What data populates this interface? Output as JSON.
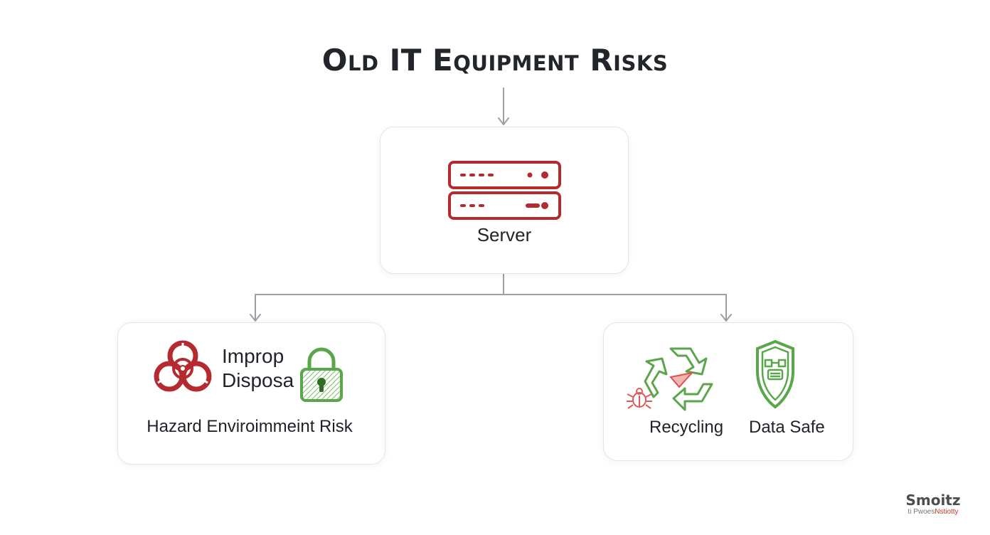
{
  "title": "Old IT Equipment Risks",
  "colors": {
    "risk_red": "#b52a2f",
    "safe_green": "#5aa64a",
    "connector_gray": "#9aa0a6",
    "card_border": "#e3e6e9"
  },
  "nodes": {
    "server": {
      "label": "Server",
      "icon": "server-rack-icon"
    },
    "risk": {
      "title_lines": [
        "Improp",
        "Disposa"
      ],
      "caption": "Hazard Enviroimmeint Risk",
      "icons": [
        "biohazard-icon",
        "padlock-icon"
      ]
    },
    "safe": {
      "recycling_label": "Recycling",
      "data_safe_label": "Data Safe",
      "icons": [
        "recycle-icon",
        "bug-icon",
        "shield-icon"
      ]
    }
  },
  "watermark": {
    "name": "Smoitz",
    "tagline_a": "ti Pwoes",
    "tagline_b": "Nstiotty"
  }
}
